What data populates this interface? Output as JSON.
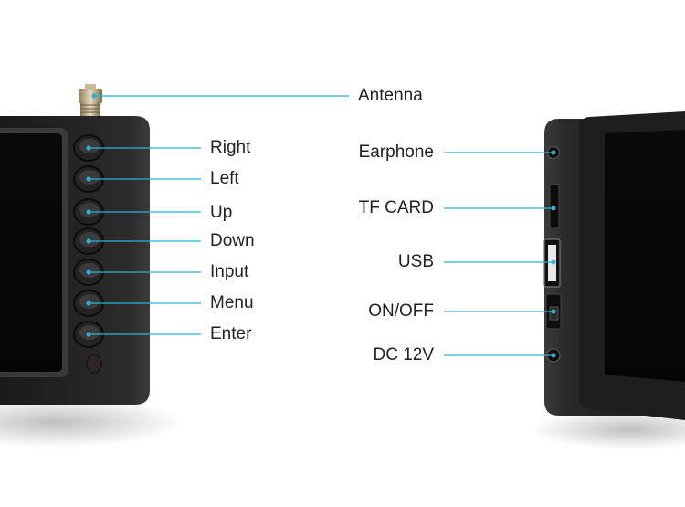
{
  "accent_color": "#2ab3d6",
  "left_device": {
    "antenna_label": "Antenna",
    "button_labels": [
      "Right",
      "Left",
      "Up",
      "Down",
      "Input",
      "Menu",
      "Enter"
    ]
  },
  "right_device": {
    "port_labels": [
      "Earphone",
      "TF CARD",
      "USB",
      "ON/OFF",
      "DC 12V"
    ]
  }
}
